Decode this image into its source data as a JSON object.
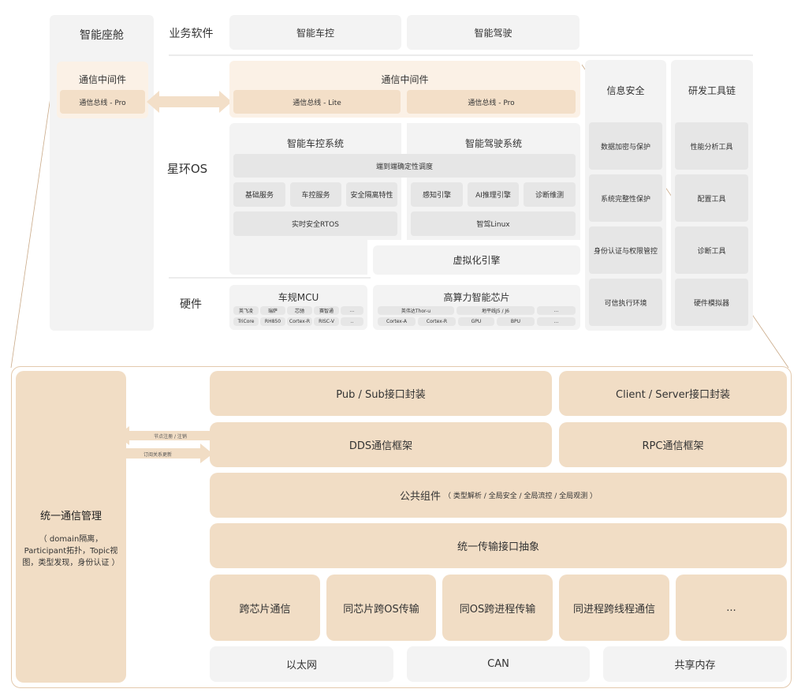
{
  "top": {
    "cockpit": {
      "title": "智能座舱",
      "middleware_title": "通信中间件",
      "bus_label": "通信总线 - Pro"
    },
    "layers": {
      "business": "业务软件",
      "os": "星环OS",
      "hardware": "硬件"
    },
    "business_apps": [
      "智能车控",
      "智能驾驶"
    ],
    "middleware": {
      "title": "通信中间件",
      "buses": [
        "通信总线 - Lite",
        "通信总线 - Pro"
      ]
    },
    "vehicle_control": {
      "title": "智能车控系统",
      "shared_bar": "端到端确定性调度",
      "modules": [
        "基础服务",
        "车控服务",
        "安全隔离特性"
      ],
      "rtos": "实时安全RTOS"
    },
    "driving": {
      "title": "智能驾驶系统",
      "modules": [
        "感知引擎",
        "AI推理引擎",
        "诊断维测"
      ],
      "linux": "智驾Linux"
    },
    "virtualization": "虚拟化引擎",
    "mcu": {
      "title": "车规MCU",
      "row1": [
        "英飞凌",
        "瑞萨",
        "芯驰",
        "赛智通",
        "..."
      ],
      "row2": [
        "TriCore",
        "RH850",
        "Cortex-R",
        "RISC-V",
        ".."
      ]
    },
    "soc": {
      "title": "高算力智能芯片",
      "row1": [
        "英伟达Thor-u",
        "地平线J5 / J6",
        "..."
      ],
      "row2": [
        "Cortex-A",
        "Cortex-R",
        "GPU",
        "BPU",
        "..."
      ]
    },
    "security": {
      "title": "信息安全",
      "items": [
        "数据加密与保护",
        "系统完整性保护",
        "身份认证与权限管控",
        "可信执行环境"
      ]
    },
    "devtools": {
      "title": "研发工具链",
      "items": [
        "性能分析工具",
        "配置工具",
        "诊断工具",
        "硬件模拟器"
      ]
    }
  },
  "detail": {
    "management": {
      "title": "统一通信管理",
      "desc": "（ domain隔离，Participant拓扑，Topic视图，类型发现，身份认证 ）"
    },
    "arrows": {
      "register": "节点注册 / 注销",
      "subscribe": "订阅关系更新"
    },
    "pubsub": "Pub / Sub接口封装",
    "clientserver": "Client / Server接口封装",
    "dds": "DDS通信框架",
    "rpc": "RPC通信框架",
    "common": {
      "title": "公共组件",
      "note": "（ 类型解析 / 全局安全 / 全局流控 / 全局观测 ）"
    },
    "transport_abstract": "统一传输接口抽象",
    "transports": [
      "跨芯片通信",
      "同芯片跨OS传输",
      "同OS跨进程传输",
      "同进程跨线程通信",
      "..."
    ],
    "physical": [
      "以太网",
      "CAN",
      "共享内存"
    ]
  },
  "colors": {
    "gray_panel": "#f3f3f3",
    "gray_box": "#e6e6e6",
    "peach_panel": "#fbf1e6",
    "peach_box": "#f3dfc8",
    "peach_line": "#c9a987"
  }
}
